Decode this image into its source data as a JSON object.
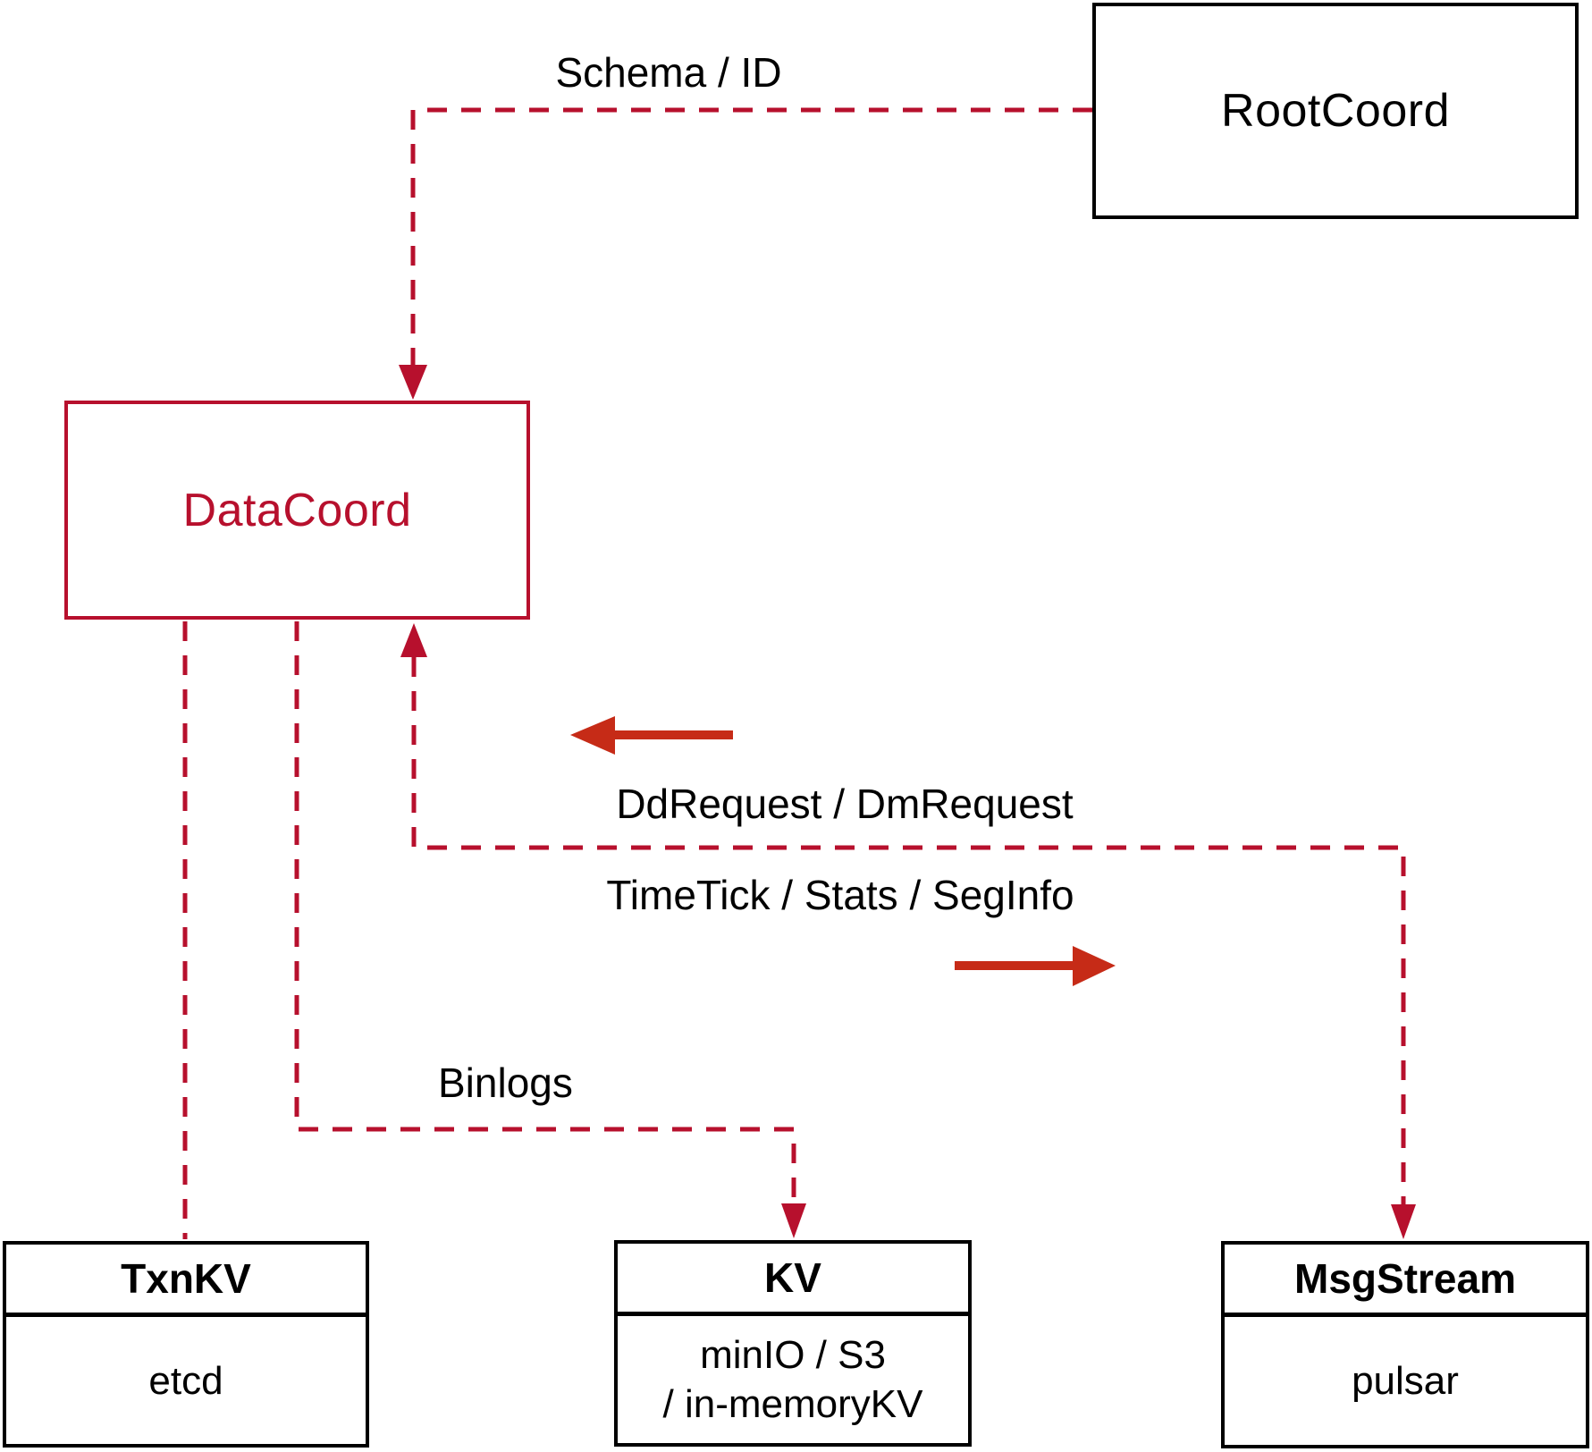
{
  "diagram": {
    "nodes": {
      "root_coord": {
        "label": "RootCoord"
      },
      "data_coord": {
        "label": "DataCoord"
      },
      "txn_kv": {
        "title": "TxnKV",
        "body": "etcd"
      },
      "kv": {
        "title": "KV",
        "body_line1": "minIO / S3",
        "body_line2": "/ in-memoryKV"
      },
      "msg_stream": {
        "title": "MsgStream",
        "body": "pulsar"
      }
    },
    "edge_labels": {
      "schema_id": "Schema / ID",
      "dd_request": "DdRequest / DmRequest",
      "time_tick": "TimeTick / Stats / SegInfo",
      "binlogs": "Binlogs"
    },
    "colors": {
      "crimson": "#b7102d",
      "arrow_red": "#c62b17",
      "ink": "#000000",
      "bg": "#ffffff"
    }
  }
}
